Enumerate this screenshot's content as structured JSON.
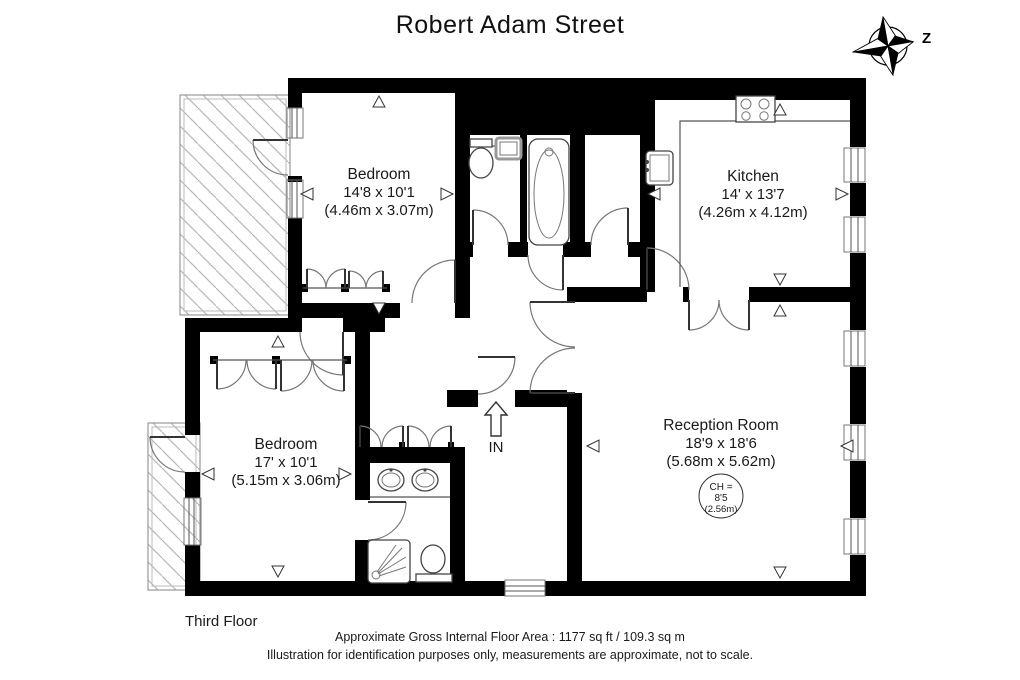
{
  "title": "Robert Adam Street",
  "compass": {
    "direction_label": "Z"
  },
  "rooms": [
    {
      "id": "bedroom-1",
      "name": "Bedroom",
      "imperial": "14'8 x 10'1",
      "metric": "(4.46m x 3.07m)"
    },
    {
      "id": "kitchen",
      "name": "Kitchen",
      "imperial": "14' x 13'7",
      "metric": "(4.26m x 4.12m)"
    },
    {
      "id": "bedroom-2",
      "name": "Bedroom",
      "imperial": "17' x 10'1",
      "metric": "(5.15m x 3.06m)"
    },
    {
      "id": "reception",
      "name": "Reception Room",
      "imperial": "18'9 x 18'6",
      "metric": "(5.68m x 5.62m)"
    }
  ],
  "ceiling_height": {
    "prefix": "CH =",
    "imperial": "8'5",
    "metric": "(2.56m)"
  },
  "entrance": {
    "label": "IN"
  },
  "floor_label": "Third Floor",
  "footer": {
    "area_line": "Approximate Gross Internal Floor Area : 1177 sq ft / 109.3 sq m",
    "disclaimer": "Illustration for identification purposes only, measurements are approximate, not to scale."
  },
  "icons": {
    "fixtures": [
      "compass-icon",
      "entrance-arrow-icon",
      "toilet-icon",
      "hand-basin-icon",
      "bathtub-icon",
      "double-sink-icon",
      "shower-icon",
      "hob-icon",
      "kitchen-sink-icon",
      "window-marker",
      "door-arc",
      "wardrobe-doors"
    ]
  },
  "colors": {
    "wall": "#000000",
    "hatch": "#b8b8b8",
    "text": "#1a1a1a",
    "fixture_line": "#444444",
    "arc_line": "#777777"
  }
}
